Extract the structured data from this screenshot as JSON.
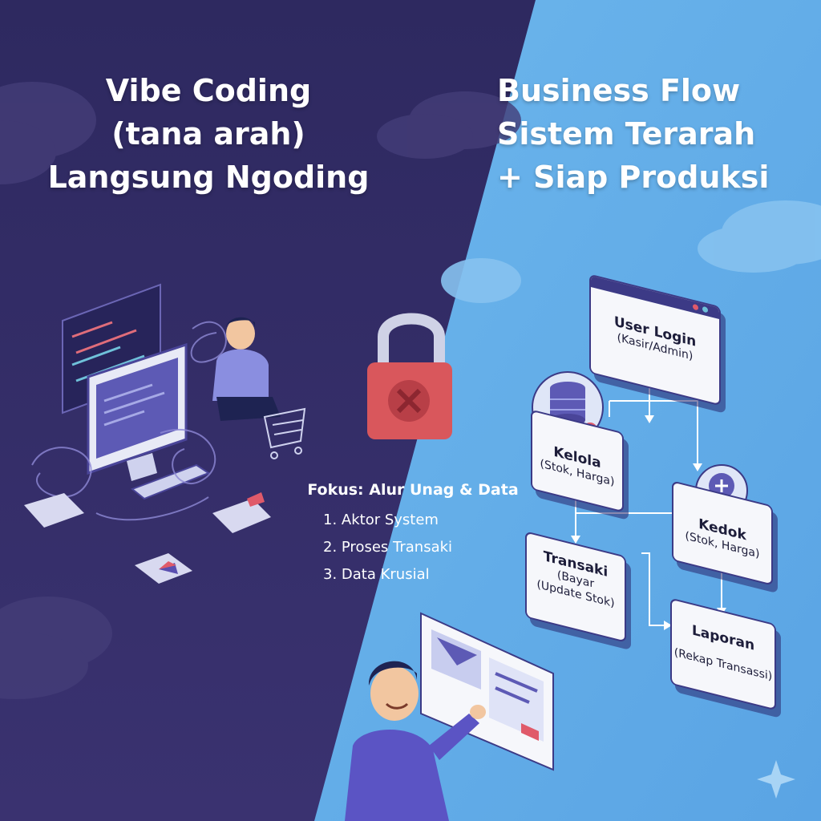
{
  "left_panel": {
    "title_lines": [
      "Vibe Coding",
      "(tana arah)",
      "Langsung Ngoding"
    ]
  },
  "right_panel": {
    "title_lines": [
      "Business Flow",
      "Sistem Terarah",
      "+ Siap Produksi"
    ]
  },
  "focus": {
    "title": "Fokus: Alur Unag & Data",
    "items": [
      "1. Aktor System",
      "2. Proses Transaki",
      "3. Data Krusial"
    ]
  },
  "flow": {
    "user_login": {
      "title": "User Login",
      "subtitle": "(Kasir/Admin)"
    },
    "kelola": {
      "title": "Kelola",
      "subtitle": "(Stok, Harga)"
    },
    "kedok": {
      "title": "Kedok",
      "subtitle": "(Stok, Harga)"
    },
    "transaki": {
      "title": "Transaki",
      "subtitle_lines": [
        "(Bayar",
        "(Update Stok)"
      ]
    },
    "laporan": {
      "title": "Laporan",
      "subtitle": "(Rekap Transassi)"
    }
  },
  "colors": {
    "left_bg": "#332c62",
    "right_bg": "#5aa8e6",
    "lock": "#d9575c",
    "card_border": "#3c3a86"
  }
}
